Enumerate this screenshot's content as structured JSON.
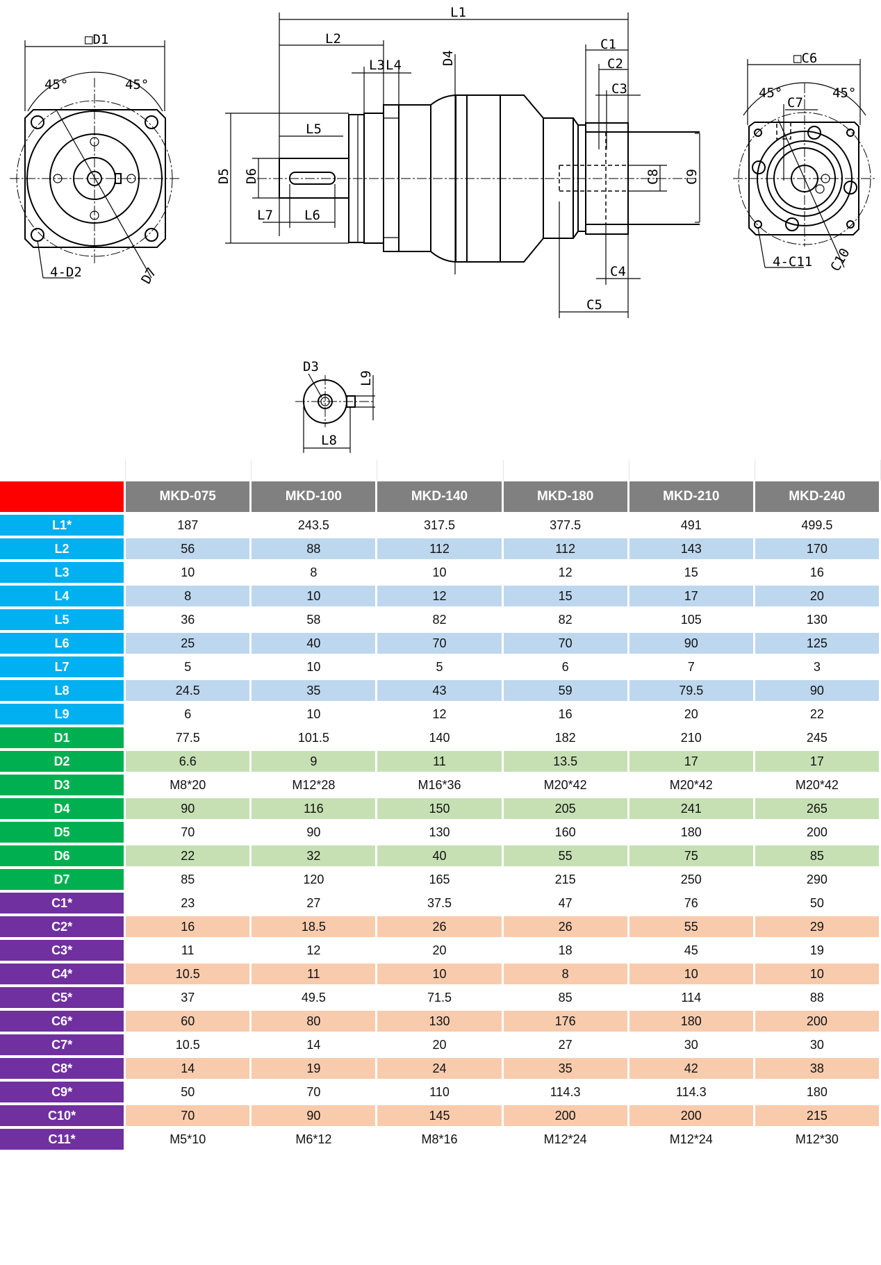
{
  "drawing": {
    "left_view": {
      "d1": "□D1",
      "angle_left": "45°",
      "angle_right": "45°",
      "d2": "4-D2",
      "d7": "D7"
    },
    "side_view": {
      "l1": "L1",
      "l2": "L2",
      "l3": "L3",
      "l4": "L4",
      "l5": "L5",
      "l6": "L6",
      "l7": "L7",
      "d4": "D4",
      "d5": "D5",
      "d6": "D6",
      "c1": "C1",
      "c2": "C2",
      "c3": "C3",
      "c4": "C4",
      "c5": "C5",
      "c8": "C8",
      "c9": "C9"
    },
    "right_view": {
      "c6": "□C6",
      "angle_left": "45°",
      "angle_right": "45°",
      "c7": "C7",
      "c11": "4-C11",
      "c10": "C10"
    },
    "shaft_detail": {
      "d3": "D3",
      "l9": "L9",
      "l8": "L8"
    }
  },
  "colors": {
    "corner": "#ff0000",
    "header": "#808080",
    "L": {
      "label": "#00b0f0",
      "stripe": "#bdd7ee"
    },
    "D": {
      "label": "#00b050",
      "stripe": "#c6e0b4"
    },
    "C": {
      "label": "#7030a0",
      "stripe": "#f8cbad"
    }
  },
  "table": {
    "models": [
      "MKD-075",
      "MKD-100",
      "MKD-140",
      "MKD-180",
      "MKD-210",
      "MKD-240"
    ],
    "rows": [
      {
        "label": "L1*",
        "group": "L",
        "values": [
          "187",
          "243.5",
          "317.5",
          "377.5",
          "491",
          "499.5"
        ]
      },
      {
        "label": "L2",
        "group": "L",
        "values": [
          "56",
          "88",
          "112",
          "112",
          "143",
          "170"
        ]
      },
      {
        "label": "L3",
        "group": "L",
        "values": [
          "10",
          "8",
          "10",
          "12",
          "15",
          "16"
        ]
      },
      {
        "label": "L4",
        "group": "L",
        "values": [
          "8",
          "10",
          "12",
          "15",
          "17",
          "20"
        ]
      },
      {
        "label": "L5",
        "group": "L",
        "values": [
          "36",
          "58",
          "82",
          "82",
          "105",
          "130"
        ]
      },
      {
        "label": "L6",
        "group": "L",
        "values": [
          "25",
          "40",
          "70",
          "70",
          "90",
          "125"
        ]
      },
      {
        "label": "L7",
        "group": "L",
        "values": [
          "5",
          "10",
          "5",
          "6",
          "7",
          "3"
        ]
      },
      {
        "label": "L8",
        "group": "L",
        "values": [
          "24.5",
          "35",
          "43",
          "59",
          "79.5",
          "90"
        ]
      },
      {
        "label": "L9",
        "group": "L",
        "values": [
          "6",
          "10",
          "12",
          "16",
          "20",
          "22"
        ]
      },
      {
        "label": "D1",
        "group": "D",
        "values": [
          "77.5",
          "101.5",
          "140",
          "182",
          "210",
          "245"
        ]
      },
      {
        "label": "D2",
        "group": "D",
        "values": [
          "6.6",
          "9",
          "11",
          "13.5",
          "17",
          "17"
        ]
      },
      {
        "label": "D3",
        "group": "D",
        "values": [
          "M8*20",
          "M12*28",
          "M16*36",
          "M20*42",
          "M20*42",
          "M20*42"
        ]
      },
      {
        "label": "D4",
        "group": "D",
        "values": [
          "90",
          "116",
          "150",
          "205",
          "241",
          "265"
        ]
      },
      {
        "label": "D5",
        "group": "D",
        "values": [
          "70",
          "90",
          "130",
          "160",
          "180",
          "200"
        ]
      },
      {
        "label": "D6",
        "group": "D",
        "values": [
          "22",
          "32",
          "40",
          "55",
          "75",
          "85"
        ]
      },
      {
        "label": "D7",
        "group": "D",
        "values": [
          "85",
          "120",
          "165",
          "215",
          "250",
          "290"
        ]
      },
      {
        "label": "C1*",
        "group": "C",
        "values": [
          "23",
          "27",
          "37.5",
          "47",
          "76",
          "50"
        ]
      },
      {
        "label": "C2*",
        "group": "C",
        "values": [
          "16",
          "18.5",
          "26",
          "26",
          "55",
          "29"
        ]
      },
      {
        "label": "C3*",
        "group": "C",
        "values": [
          "11",
          "12",
          "20",
          "18",
          "45",
          "19"
        ]
      },
      {
        "label": "C4*",
        "group": "C",
        "values": [
          "10.5",
          "11",
          "10",
          "8",
          "10",
          "10"
        ]
      },
      {
        "label": "C5*",
        "group": "C",
        "values": [
          "37",
          "49.5",
          "71.5",
          "85",
          "114",
          "88"
        ]
      },
      {
        "label": "C6*",
        "group": "C",
        "values": [
          "60",
          "80",
          "130",
          "176",
          "180",
          "200"
        ]
      },
      {
        "label": "C7*",
        "group": "C",
        "values": [
          "10.5",
          "14",
          "20",
          "27",
          "30",
          "30"
        ]
      },
      {
        "label": "C8*",
        "group": "C",
        "values": [
          "14",
          "19",
          "24",
          "35",
          "42",
          "38"
        ]
      },
      {
        "label": "C9*",
        "group": "C",
        "values": [
          "50",
          "70",
          "110",
          "114.3",
          "114.3",
          "180"
        ]
      },
      {
        "label": "C10*",
        "group": "C",
        "values": [
          "70",
          "90",
          "145",
          "200",
          "200",
          "215"
        ]
      },
      {
        "label": "C11*",
        "group": "C",
        "values": [
          "M5*10",
          "M6*12",
          "M8*16",
          "M12*24",
          "M12*24",
          "M12*30"
        ]
      }
    ]
  }
}
